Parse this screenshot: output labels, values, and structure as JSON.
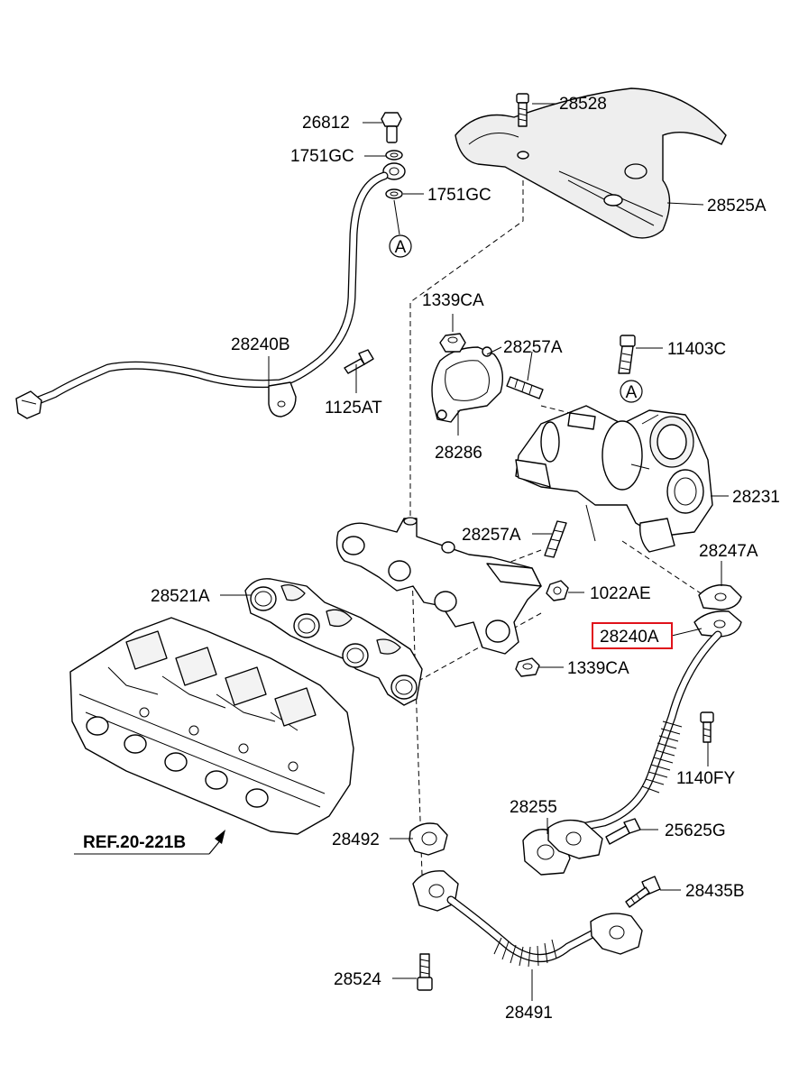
{
  "diagram": {
    "parts": {
      "p26812": "26812",
      "p1751gc_upper": "1751GC",
      "p1751gc_lower": "1751GC",
      "p28528": "28528",
      "p28525a": "28525A",
      "p28240b": "28240B",
      "p1125at": "1125AT",
      "p1339ca_upper": "1339CA",
      "p28257a_upper": "28257A",
      "p11403c": "11403C",
      "p28286": "28286",
      "p28231": "28231",
      "p28257a_lower": "28257A",
      "p28247a": "28247A",
      "p28521a": "28521A",
      "p1022ae": "1022AE",
      "p28240a": "28240A",
      "p1339ca_lower": "1339CA",
      "p1140fy": "1140FY",
      "p28255": "28255",
      "p25625g": "25625G",
      "p28492": "28492",
      "p28435b": "28435B",
      "p28524": "28524",
      "p28491": "28491"
    },
    "connector_marks": {
      "upper": "A",
      "lower": "A"
    },
    "reference": "REF.20-221B",
    "highlighted_part": "28240A",
    "colors": {
      "highlight": "#e0121b",
      "line": "#000000",
      "background": "#ffffff"
    }
  }
}
